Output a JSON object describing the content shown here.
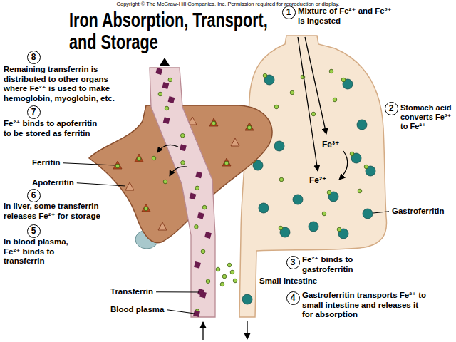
{
  "diagram": {
    "title": "Iron Absorption, Transport, and Storage",
    "nodes": [
      {
        "text": [
          "1"
        ]
      },
      {
        "text": [
          "2"
        ]
      },
      {
        "text": [
          "3"
        ]
      },
      {
        "text": [
          "4"
        ]
      },
      {
        "text": [
          "5"
        ]
      },
      {
        "text": [
          "6"
        ]
      },
      {
        "text": [
          "7"
        ]
      },
      {
        "text": [
          "8"
        ]
      }
    ],
    "labels": [
      "Copyright © The McGraw-Hill Companies, Inc. Permission required for reproduction or display.",
      "Mixture of Fe²⁺ and Fe³⁺ is ingested",
      "Stomach acid converts Fe³⁺ to Fe²⁺",
      "Fe²⁺ binds to gastroferritin",
      "Gastroferritin transports Fe²⁺ to small intestine and releases it for absorption",
      "In blood plasma, Fe²⁺ binds to transferrin",
      "In liver, some transferrin releases Fe²⁺ for storage",
      "Fe²⁺ binds to apoferritin to be stored as ferritin",
      "Remaining transferrin is distributed to other organs where Fe²⁺ is used to make hemoglobin, myoglobin, etc.",
      "Fe³⁺",
      "Fe²⁺",
      "Ferritin",
      "Apoferritin",
      "Gastroferritin",
      "Small intestine",
      "Transferrin",
      "Blood plasma"
    ]
  }
}
